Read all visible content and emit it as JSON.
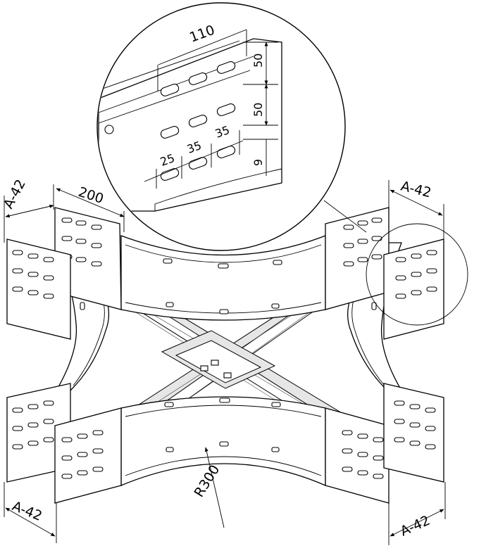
{
  "dimensions": {
    "top_left_width": "A-42",
    "top_left_length": "200",
    "top_right_width": "A-42",
    "bottom_left_width": "A-42",
    "bottom_right_width": "A-42",
    "radius": "R300"
  },
  "detail": {
    "slot_pitch_horizontal": "110",
    "slot_pitch_vertical_1": "50",
    "slot_pitch_vertical_2": "50",
    "slot_offset_left": "25",
    "slot_spacing_1": "35",
    "slot_spacing_2": "35",
    "slot_height": "9"
  }
}
